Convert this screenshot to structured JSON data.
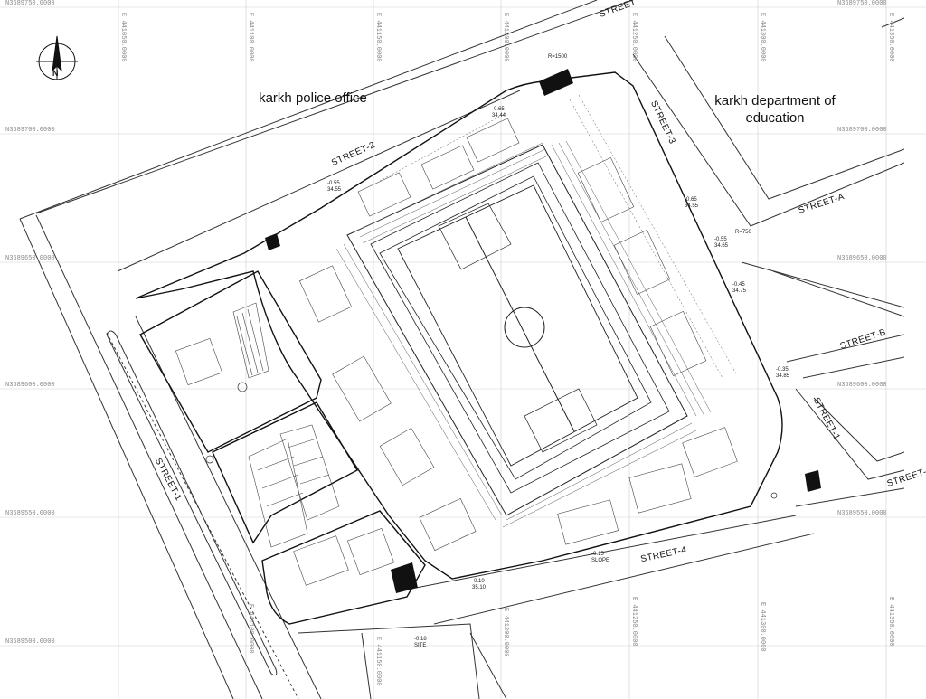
{
  "labels": {
    "police_office": "karkh police office",
    "education_line1": "karkh department of",
    "education_line2": "education",
    "street_top": "STREET",
    "street_2": "STREET-2",
    "street_3": "STREET-3",
    "street_a": "STREET-A",
    "street_b": "STREET-B",
    "street_c": "STREET-C",
    "street_1_left": "STREET-1",
    "street_1_right": "STREET-1",
    "street_4": "STREET-4"
  },
  "grid_north": [
    {
      "label": "N3689750.0000"
    },
    {
      "label": "N3689700.0000"
    },
    {
      "label": "N3689650.0000"
    },
    {
      "label": "N3689600.0000"
    },
    {
      "label": "N3689550.0000"
    },
    {
      "label": "N3689500.0000"
    }
  ],
  "grid_north_right": [
    {
      "label": "N3689750.0000"
    },
    {
      "label": "N3689700.0000"
    },
    {
      "label": "N3689650.0000"
    },
    {
      "label": "N3689600.0000"
    },
    {
      "label": "N3689550.0000"
    }
  ],
  "grid_east": [
    {
      "label": "E 441050.0000"
    },
    {
      "label": "E 441100.0000"
    },
    {
      "label": "E 441150.0000"
    },
    {
      "label": "E 441200.0000"
    },
    {
      "label": "E 441250.0000"
    },
    {
      "label": "E 441300.0000"
    },
    {
      "label": "E 441350.0000"
    }
  ],
  "levels": [
    {
      "text": "-0.65"
    },
    {
      "text": "34.44"
    },
    {
      "text": "-0.55"
    },
    {
      "text": "34.55"
    },
    {
      "text": "-0.65"
    },
    {
      "text": "34.55"
    },
    {
      "text": "-0.55"
    },
    {
      "text": "34.65"
    },
    {
      "text": "-0.45"
    },
    {
      "text": "34.75"
    },
    {
      "text": "-0.35"
    },
    {
      "text": "34.85"
    },
    {
      "text": "-0.15"
    },
    {
      "text": "SLOPE"
    },
    {
      "text": "-0.10"
    },
    {
      "text": "35.10"
    },
    {
      "text": "-0.18"
    },
    {
      "text": "SITE"
    }
  ],
  "misc": {
    "north_letter": "N",
    "radius_750": "R=750",
    "radius_1500": "R=1500"
  }
}
